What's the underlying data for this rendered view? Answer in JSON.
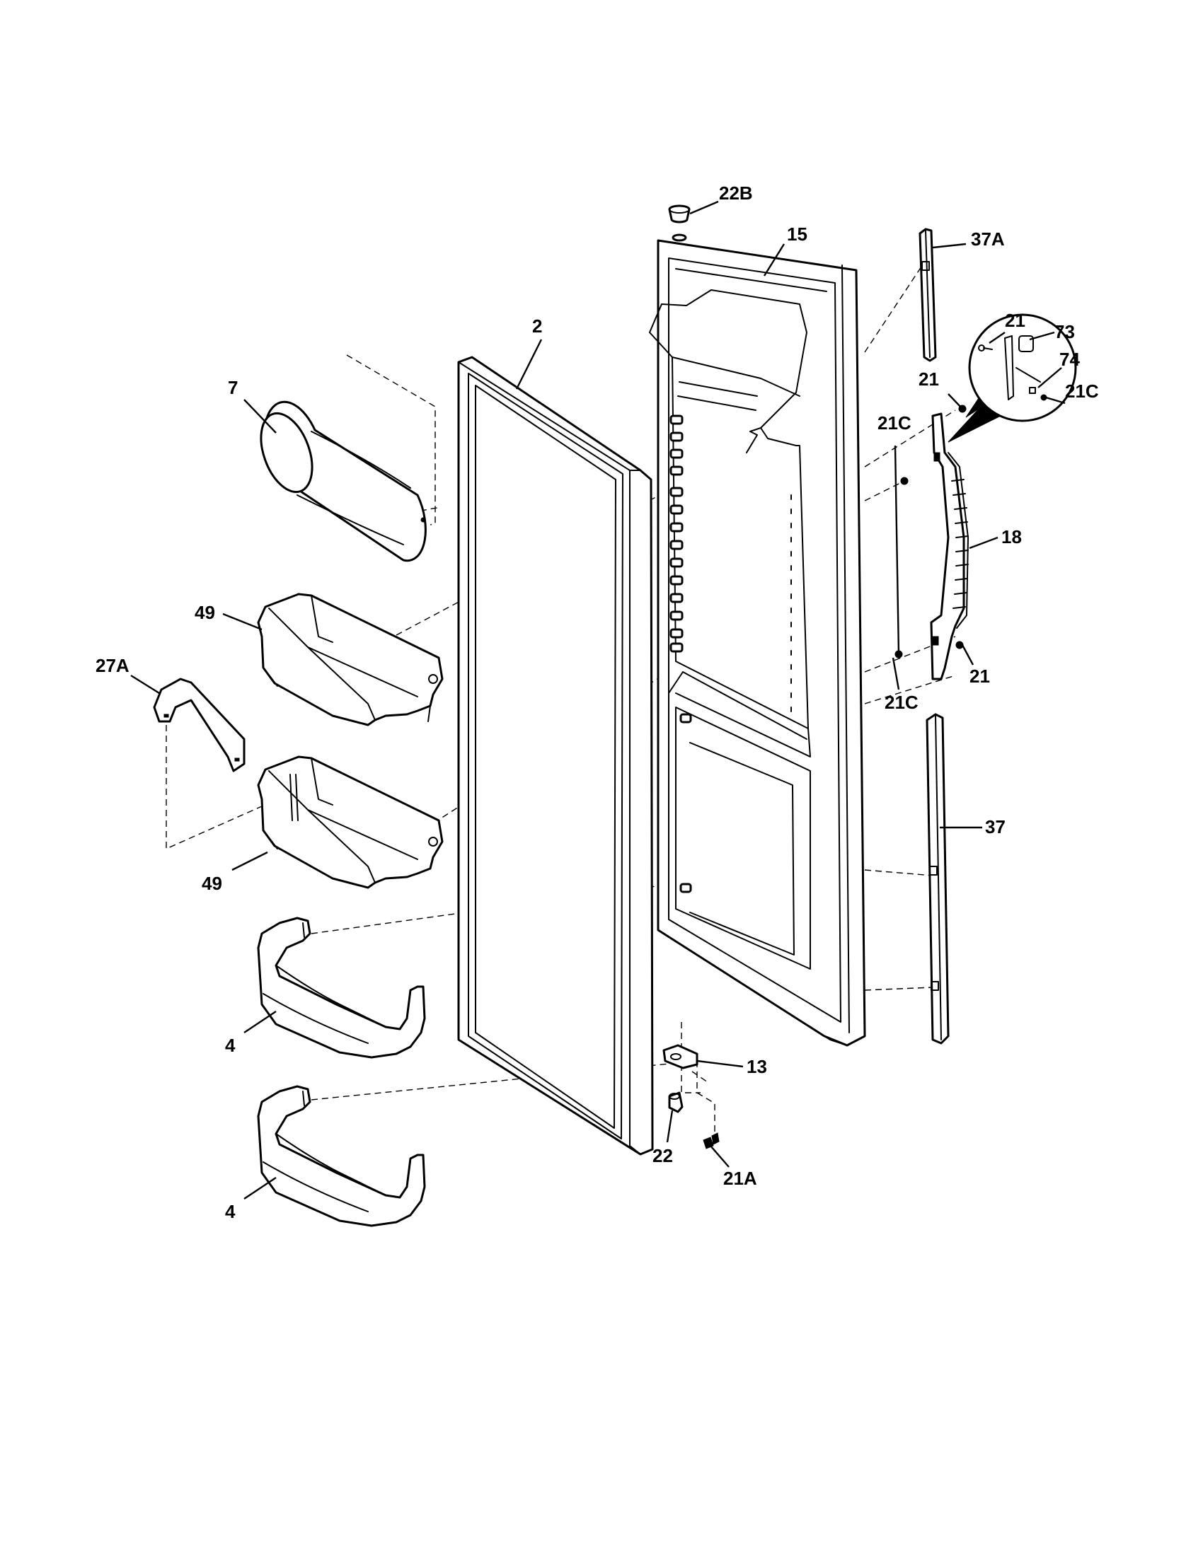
{
  "callouts": [
    {
      "id": "c-22b",
      "text": "22B"
    },
    {
      "id": "c-15",
      "text": "15"
    },
    {
      "id": "c-37a",
      "text": "37A"
    },
    {
      "id": "c-2",
      "text": "2"
    },
    {
      "id": "c-7",
      "text": "7"
    },
    {
      "id": "c-21-inset",
      "text": "21"
    },
    {
      "id": "c-73",
      "text": "73"
    },
    {
      "id": "c-74",
      "text": "74"
    },
    {
      "id": "c-21c-inset",
      "text": "21C"
    },
    {
      "id": "c-21-top",
      "text": "21"
    },
    {
      "id": "c-21c-top",
      "text": "21C"
    },
    {
      "id": "c-18",
      "text": "18"
    },
    {
      "id": "c-49-top",
      "text": "49"
    },
    {
      "id": "c-27a",
      "text": "27A"
    },
    {
      "id": "c-21-bottom",
      "text": "21"
    },
    {
      "id": "c-21c-bottom",
      "text": "21C"
    },
    {
      "id": "c-37",
      "text": "37"
    },
    {
      "id": "c-49-bottom",
      "text": "49"
    },
    {
      "id": "c-4-top",
      "text": "4"
    },
    {
      "id": "c-13",
      "text": "13"
    },
    {
      "id": "c-22",
      "text": "22"
    },
    {
      "id": "c-21a",
      "text": "21A"
    },
    {
      "id": "c-4-bottom",
      "text": "4"
    }
  ]
}
